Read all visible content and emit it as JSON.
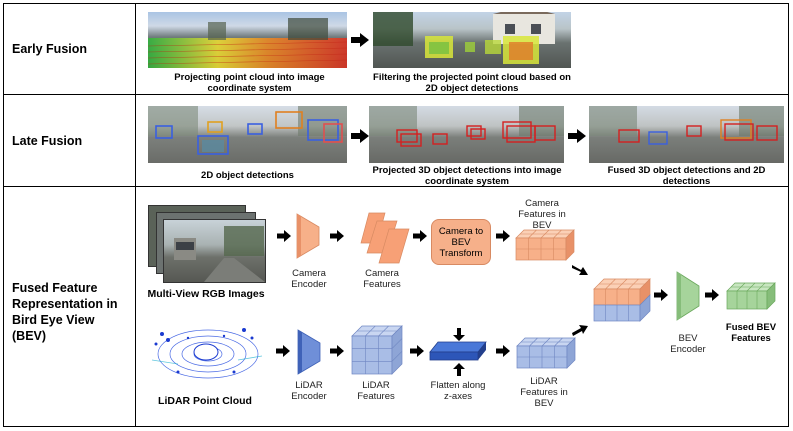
{
  "rows": {
    "early": {
      "label": "Early Fusion",
      "captions": [
        "Projecting point cloud into image coordinate system",
        "Filtering the projected point cloud based on 2D object detections"
      ]
    },
    "late": {
      "label": "Late Fusion",
      "captions": [
        "2D object detections",
        "Projected 3D object detections into image coordinate system",
        "Fused 3D object detections and 2D detections"
      ]
    },
    "bev": {
      "label": "Fused Feature Representation in Bird Eye View (BEV)",
      "camera_input": "Multi-View RGB Images",
      "lidar_input": "LiDAR Point Cloud",
      "camera_encoder": "Camera Encoder",
      "camera_features": "Camera Features",
      "transform_box": "Camera to BEV Transform",
      "camera_bev_features": "Camera Features in BEV",
      "lidar_encoder": "LiDAR Encoder",
      "lidar_features": "LiDAR Features",
      "flatten": "Flatten along z-axes",
      "lidar_bev_features": "LiDAR Features in BEV",
      "bev_encoder": "BEV Encoder",
      "fused_output": "Fused BEV Features"
    }
  },
  "colors": {
    "orange_face": "#f7b089",
    "orange_top": "#fbd0b6",
    "orange_side": "#e89168",
    "blue_face": "#a9bde6",
    "blue_top": "#c9d6f1",
    "blue_side": "#8ea5d6",
    "green_face": "#a6d49b",
    "green_top": "#c8e6c0",
    "green_side": "#86bd7a",
    "arrow": "#000000"
  }
}
